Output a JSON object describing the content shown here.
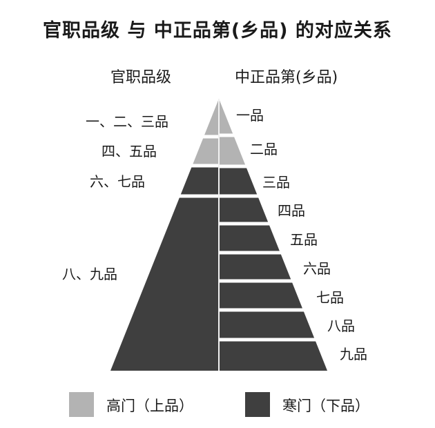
{
  "title": "官职品级 与 中正品第(乡品) 的对应关系",
  "columns": {
    "left": "官职品级",
    "right": "中正品第(乡品)"
  },
  "colors": {
    "high": "#b3b3b3",
    "low": "#3f3f3f",
    "divider": "#f2f2f2"
  },
  "official_ranks": [
    {
      "label": "一、二、三品",
      "class": "high"
    },
    {
      "label": "四、五品",
      "class": "high"
    },
    {
      "label": "六、七品",
      "class": "low"
    },
    {
      "label": "八、九品",
      "class": "low"
    }
  ],
  "xiang_ranks": [
    {
      "label": "一品",
      "class": "high"
    },
    {
      "label": "二品",
      "class": "high"
    },
    {
      "label": "三品",
      "class": "low"
    },
    {
      "label": "四品",
      "class": "low"
    },
    {
      "label": "五品",
      "class": "low"
    },
    {
      "label": "六品",
      "class": "low"
    },
    {
      "label": "七品",
      "class": "low"
    },
    {
      "label": "八品",
      "class": "low"
    },
    {
      "label": "九品",
      "class": "low"
    }
  ],
  "legend": [
    {
      "label": "高门（上品）",
      "class": "high"
    },
    {
      "label": "寒门（下品）",
      "class": "low"
    }
  ]
}
